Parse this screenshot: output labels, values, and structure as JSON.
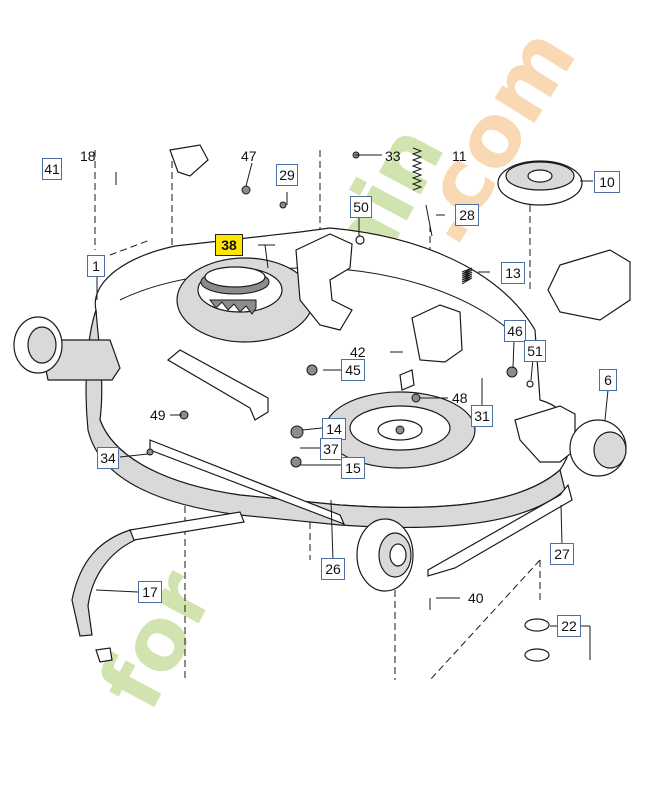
{
  "colors": {
    "highlight": "#ffe600",
    "callout_border": "#4a6fa0",
    "watermark_green": "#c9e0a2",
    "watermark_orange": "#f7d2a6"
  },
  "watermark": "foretdisaint.com",
  "callouts": {
    "c41": "41",
    "c18": "18",
    "c47": "47",
    "c29": "29",
    "c33": "33",
    "c11": "11",
    "c10": "10",
    "c50": "50",
    "c28": "28",
    "c38": "38",
    "c1": "1",
    "c13": "13",
    "c46": "46",
    "c51": "51",
    "c42": "42",
    "c45": "45",
    "c6": "6",
    "c48": "48",
    "c31": "31",
    "c49": "49",
    "c14": "14",
    "c37": "37",
    "c34": "34",
    "c15": "15",
    "c26": "26",
    "c27": "27",
    "c17": "17",
    "c40": "40",
    "c22": "22"
  }
}
